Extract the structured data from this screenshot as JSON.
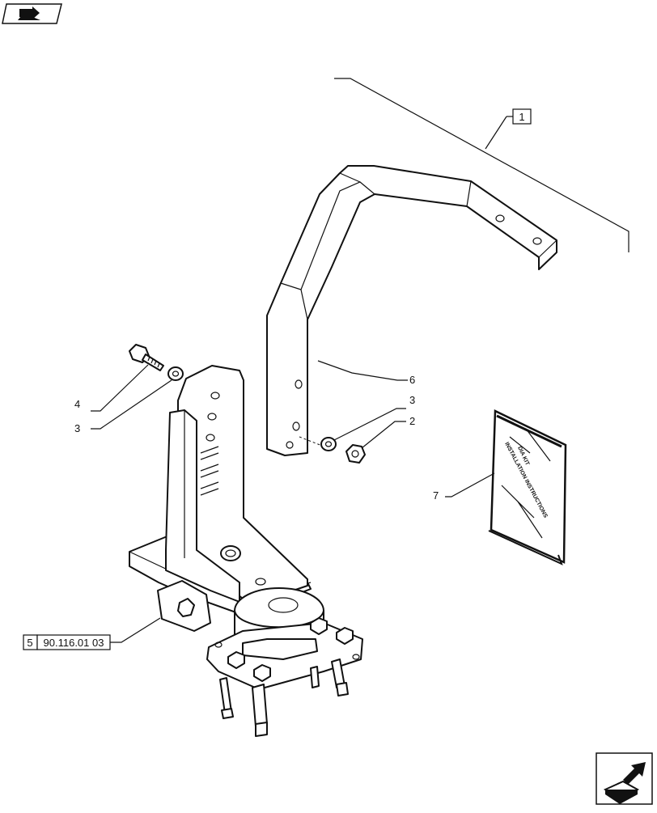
{
  "callouts": {
    "assembly_ref": "1",
    "nut": "2",
    "washer_right": "3",
    "washer_left": "3",
    "bolt": "4",
    "section_ref_number": "5",
    "section_ref_code": "90.116.01 03",
    "bar": "6",
    "manual": "7"
  },
  "manual_cover": {
    "line1": "DIA KIT",
    "line2": "INSTALLATION INSTRUCTIONS"
  },
  "icons": {
    "top_left": "navigate-back-icon",
    "bottom_right": "navigate-next-icon"
  }
}
